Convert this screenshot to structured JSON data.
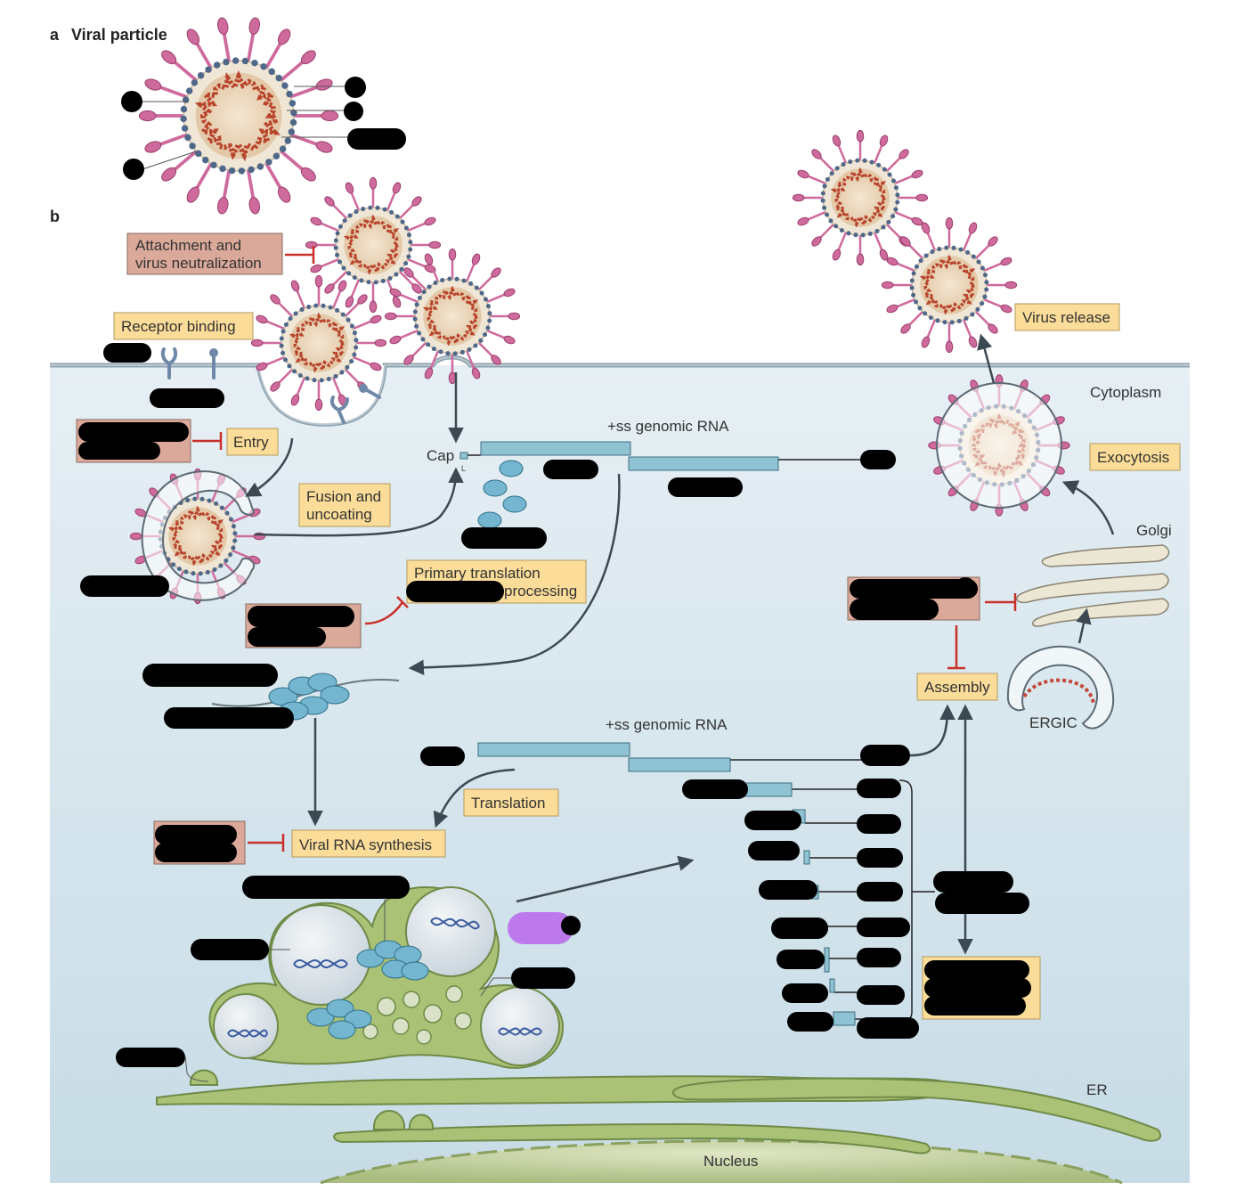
{
  "panel_a": {
    "letter": "a",
    "title": "Viral particle"
  },
  "panel_b": {
    "letter": "b"
  },
  "labels": {
    "cytoplasm": "Cytoplasm",
    "golgi": "Golgi",
    "ergic": "ERGIC",
    "er": "ER",
    "nucleus": "Nucleus",
    "genomic_rna_top": "+ss genomic RNA",
    "genomic_rna_bottom": "+ss genomic RNA",
    "cap": "Cap",
    "leader": "L"
  },
  "boxes": {
    "attachment": {
      "line1": "Attachment and",
      "line2": "virus neutralization",
      "kind": "inhibitor"
    },
    "receptor_binding": "Receptor binding",
    "entry": "Entry",
    "fusion": {
      "line1": "Fusion and",
      "line2": "uncoating"
    },
    "primary_translation": {
      "line1": "Primary translation",
      "line2": "processing"
    },
    "translation": "Translation",
    "viral_rna_synthesis": "Viral RNA synthesis",
    "assembly": "Assembly",
    "exocytosis": "Exocytosis",
    "virus_release": "Virus release"
  },
  "colors": {
    "cytoplasm_top": "#e6eff4",
    "cytoplasm_bottom": "#c7dce6",
    "process_box": "#fbdc99",
    "inhibitor_box": "#dba99a",
    "inhibit_arrow": "#c8302a",
    "flow_arrow": "#3c4852",
    "spike": "#cf6a9d",
    "rna_segment": "#8fc3d4",
    "er_membrane": "#9cb86a",
    "redaction": "#000000",
    "dmv_protein": "#bd78ec"
  }
}
